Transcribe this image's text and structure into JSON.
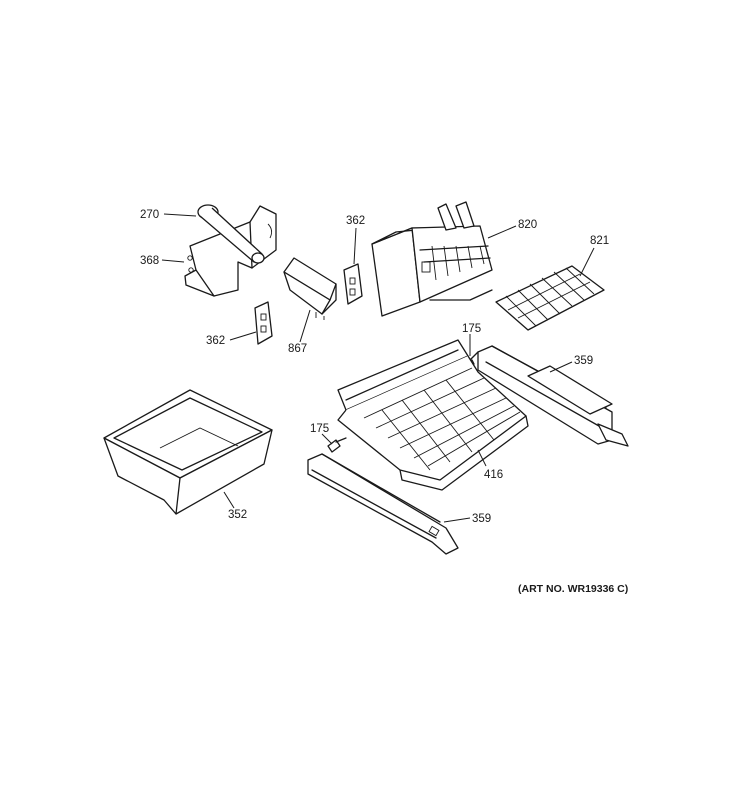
{
  "diagram": {
    "art_number": "(ART NO. WR19336 C)",
    "callouts": {
      "c270": "270",
      "c368": "368",
      "c362a": "362",
      "c362b": "362",
      "c867": "867",
      "c820": "820",
      "c821": "821",
      "c175a": "175",
      "c175b": "175",
      "c359a": "359",
      "c359b": "359",
      "c416": "416",
      "c352": "352"
    }
  }
}
